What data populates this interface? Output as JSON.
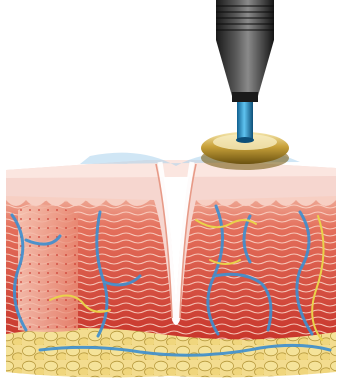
{
  "diagram": {
    "components": [
      "applicator-handle-icon",
      "applicator-tip-icon",
      "gold-cup-icon",
      "epidermis-layer",
      "dermis-layer",
      "fat-layer",
      "blood-vessel-icon",
      "nerve-fiber-icon",
      "skin-fold-icon"
    ],
    "colors": {
      "handle_dark": "#2b2b2b",
      "tip_blue": "#1e8fc9",
      "cup_gold": "#c9a23a",
      "epidermis": "#f6d6cf",
      "dermis": "#d9463d",
      "dermis_light": "#f3b6a6",
      "fat": "#f0d98a",
      "vessel_blue": "#3d8fd0",
      "nerve_yellow": "#e9d24a"
    }
  }
}
